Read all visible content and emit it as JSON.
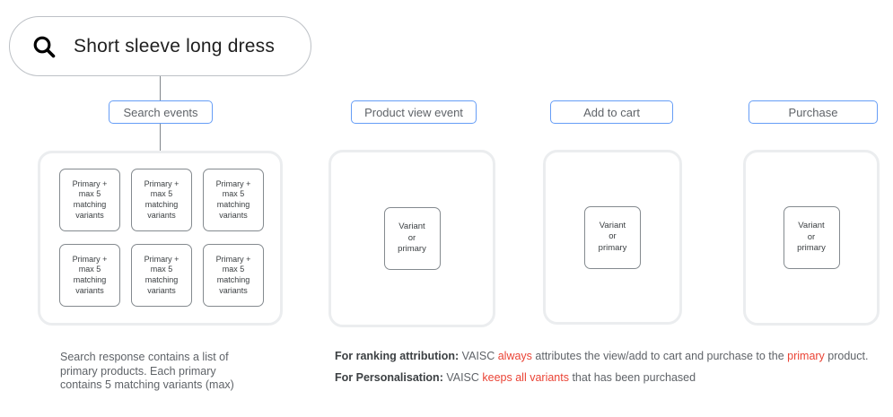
{
  "search_bar": {
    "query": "Short sleeve long dress",
    "icon": "search-icon"
  },
  "events": [
    {
      "label": "Search events"
    },
    {
      "label": "Product view event"
    },
    {
      "label": "Add to cart"
    },
    {
      "label": "Purchase"
    }
  ],
  "boxes": {
    "primary_label": "Primary +\nmax 5\nmatching\nvariants",
    "variant_label": "Variant\nor\nprimary",
    "primary_box_count": 6
  },
  "captions": {
    "search_note": "Search response contains a list of\nprimary products. Each primary\ncontains 5 matching variants (max)",
    "ranking": {
      "bold": "For ranking attribution:",
      "pre": " VAISC ",
      "red1": "always",
      "mid": " attributes the view/add to cart and purchase to the ",
      "red2": "primary",
      "post": " product."
    },
    "personalisation": {
      "bold": "For Personalisation:",
      "pre": " VAISC ",
      "red": "keeps all variants",
      "post": " that has been purchased"
    }
  },
  "colors": {
    "accent_blue": "#669df6",
    "alert_red": "#ea4335",
    "container_border": "#ebedef",
    "box_border": "#848a8f",
    "text_grey": "#5f6368"
  }
}
